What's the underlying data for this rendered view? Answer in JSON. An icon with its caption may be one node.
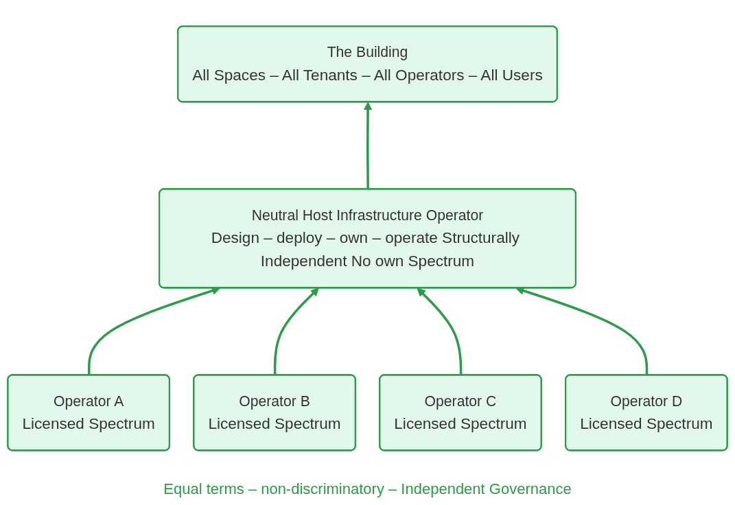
{
  "diagram": {
    "nodes": [
      {
        "text": [
          "The Building",
          "All Spaces – All Tenants – All Operators – All Users"
        ]
      },
      {
        "text": [
          "Neutral Host Infrastructure Operator",
          "Design – deploy – own – operate Structurally Independent No own Spectrum"
        ]
      },
      {
        "text": [
          "Operator A",
          "Licensed Spectrum"
        ]
      },
      {
        "text": [
          "Operator B",
          "Licensed Spectrum"
        ]
      },
      {
        "text": [
          "Operator C",
          "Licensed Spectrum"
        ]
      },
      {
        "text": [
          "Operator D",
          "Licensed Spectrum"
        ]
      }
    ],
    "edges": [
      {
        "from": 1,
        "to": 0,
        "arrow": "to"
      },
      {
        "from": 2,
        "to": 1,
        "arrow": "to"
      },
      {
        "from": 3,
        "to": 1,
        "arrow": "to"
      },
      {
        "from": 4,
        "to": 1,
        "arrow": "to"
      },
      {
        "from": 5,
        "to": 1,
        "arrow": "to"
      }
    ],
    "labels": [
      "Equal terms – non-discriminatory – Independent Governance"
    ]
  }
}
